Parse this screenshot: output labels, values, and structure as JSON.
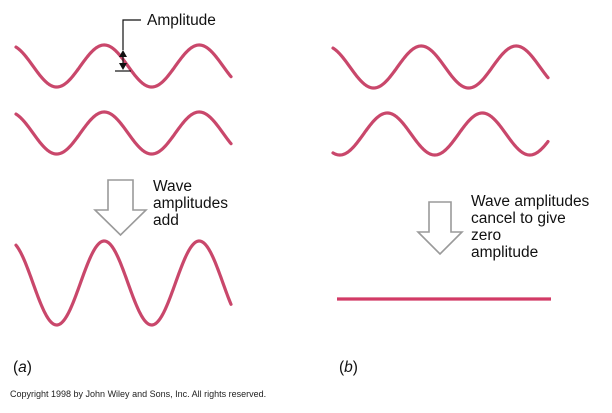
{
  "amplitude_label": "Amplitude",
  "panel_a": {
    "label_open": "(",
    "label_letter": "a",
    "label_close": ")",
    "caption_lines": [
      "Wave",
      "amplitudes",
      "add"
    ]
  },
  "panel_b": {
    "label_open": "(",
    "label_letter": "b",
    "label_close": ")",
    "caption_lines": [
      "Wave amplitudes",
      "cancel to give",
      "zero",
      "amplitude"
    ]
  },
  "copyright": "Copyright 1998 by John Wiley and Sons, Inc.  All rights reserved.",
  "colors": {
    "wave": "#c9476b",
    "arrow_outline": "#9a9a9a"
  },
  "icons": {
    "amplitude_marker": "double-headed-arrow-icon",
    "flow": "down-arrow-icon"
  }
}
